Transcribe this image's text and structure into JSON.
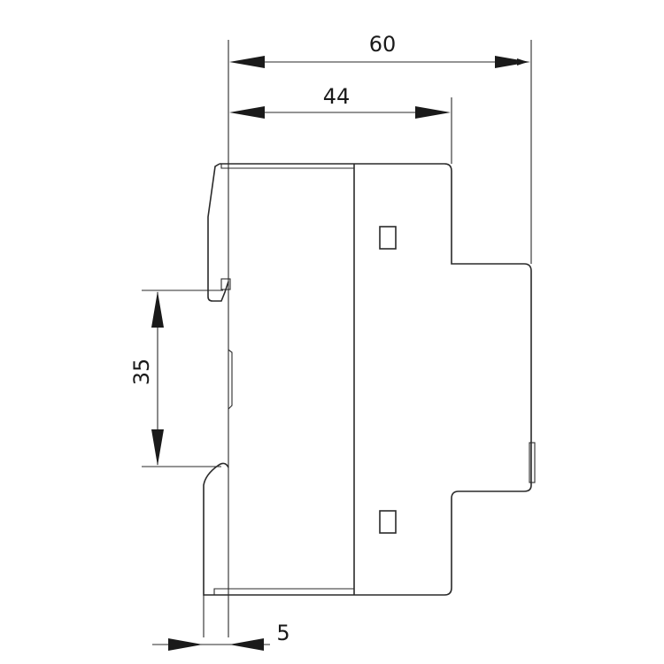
{
  "dimensions": {
    "overall_depth": "60",
    "body_depth": "44",
    "rail_height": "35",
    "rail_offset": "5"
  }
}
